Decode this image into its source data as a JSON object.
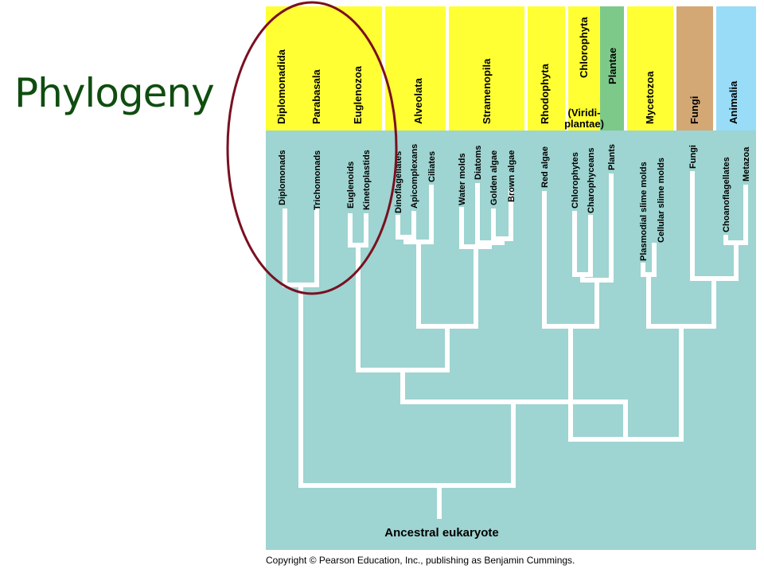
{
  "title": "Phylogeny",
  "copyright": "Copyright © Pearson Education, Inc., publishing as Benjamin Cummings.",
  "colors": {
    "background": "#9ed4d1",
    "yellow_band": "#ffff33",
    "plantae_band": "#7dc98a",
    "fungi_band": "#d3a874",
    "animalia_band": "#99dcf7",
    "branch": "#ffffff",
    "highlight_ellipse": "#7a1020",
    "title": "#0f4d0f"
  },
  "supergroups": {
    "diplomonadida": "Diplomonadida",
    "parabasala": "Parabasala",
    "euglenozoa": "Euglenozoa",
    "alveolata": "Alveolata",
    "stramenopila": "Stramenopila",
    "rhodophyta": "Rhodophyta",
    "chlorophyta": "Chlorophyta",
    "viridiplantae_1": "(Viridi-",
    "viridiplantae_2": "plantae)",
    "plantae": "Plantae",
    "mycetozoa": "Mycetozoa",
    "fungi": "Fungi",
    "animalia": "Animalia"
  },
  "taxa": {
    "diplomonads": "Diplomonads",
    "trichomonads": "Trichomonads",
    "euglenoids": "Euglenoids",
    "kinetoplastids": "Kinetoplastids",
    "dinoflagellates": "Dinoflagellates",
    "apicomplexans": "Apicomplexans",
    "ciliates": "Ciliates",
    "water_molds": "Water molds",
    "diatoms": "Diatoms",
    "golden_algae": "Golden algae",
    "brown_algae": "Brown algae",
    "red_algae": "Red algae",
    "chlorophytes": "Chlorophytes",
    "charophyceans": "Charophyceans",
    "plants": "Plants",
    "plasmodial_slime_molds": "Plasmodial slime molds",
    "cellular_slime_molds": "Cellular slime molds",
    "fungi": "Fungi",
    "choanoflagellates": "Choanoflagellates",
    "metazoa": "Metazoa"
  },
  "root_label": "Ancestral eukaryote"
}
